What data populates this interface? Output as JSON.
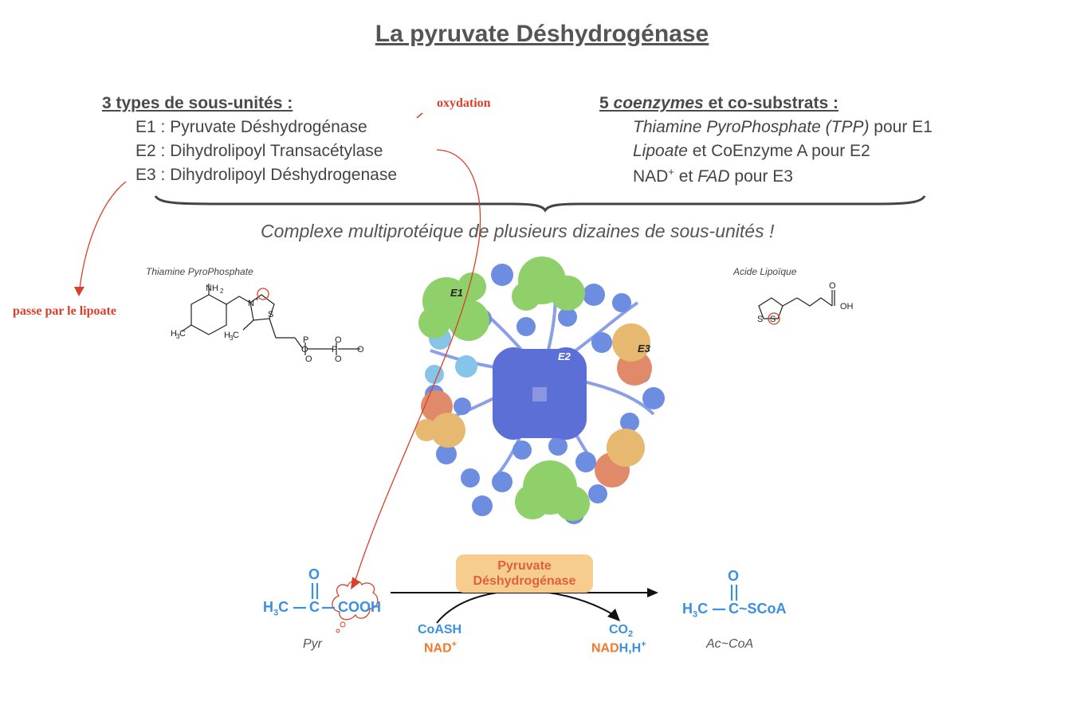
{
  "title": "La pyruvate Déshydrogénase",
  "subunits": {
    "heading": "3 types de sous-unités :",
    "e1": "E1 : Pyruvate Déshydrogénase",
    "e2": "E2 : Dihydrolipoyl Transacétylase",
    "e3": "E3 : Dihydrolipoyl Déshydrogenase"
  },
  "coenzymes": {
    "heading_num": "5 ",
    "heading_ital": "coenzymes",
    "heading_rest": " et co-substrats :",
    "l1_ital": "Thiamine PyroPhosphate (TPP)",
    "l1_rest": " pour E1",
    "l2_ital": "Lipoate",
    "l2_rest": " et CoEnzyme A pour E2",
    "l3_a": "NAD",
    "l3_sup": "+",
    "l3_b": " et ",
    "l3_ital": "FAD",
    "l3_rest": " pour E3"
  },
  "annotations": {
    "oxydation": "oxydation",
    "lipoate": "passe par le lipoate"
  },
  "complexe": "Complexe multiprotéique de plusieurs dizaines de sous-unités !",
  "molecules": {
    "tpp_name": "Thiamine PyroPhosphate",
    "lipoic_name": "Acide Lipoïque"
  },
  "complex_labels": {
    "e1": "E1",
    "e2": "E2",
    "e3": "E3"
  },
  "reaction": {
    "enzyme_l1": "Pyruvate",
    "enzyme_l2": "Déshydrogénase",
    "pyr_label": "Pyr",
    "accoa_label": "Ac~CoA",
    "coash": "CoASH",
    "nad": "NAD",
    "nad_sup": "+",
    "co2": "CO",
    "co2_sub": "2",
    "nadh_a": "NAD",
    "nadh_b": "H,H",
    "nadh_sup": "+"
  },
  "colors": {
    "annotation_red": "#d8402a",
    "chem_blue": "#3a8fe0",
    "orange": "#ee7a2a",
    "enzyme_box": "#f6cd8d",
    "e1_green": "#8fd06a",
    "e2_blue": "#5b6fd6",
    "e3_orange": "#e6b870",
    "e3_salmon": "#e08a6a",
    "lipoyl_blue": "#6c8de0"
  }
}
